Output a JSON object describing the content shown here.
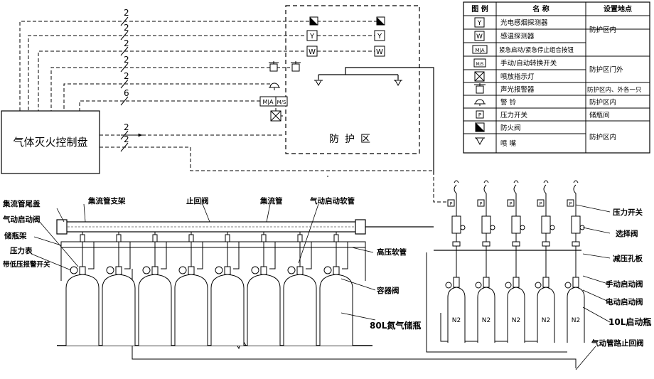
{
  "control_panel": {
    "label": "气体灭火控制盘"
  },
  "protection_zone": {
    "label": "防护区"
  },
  "wire_counts": [
    "2",
    "2",
    "2",
    "2",
    "2",
    "6",
    "2",
    "2"
  ],
  "device_glyphs": {
    "smoke": "Y",
    "heat": "W",
    "ma": "M|A",
    "ms": "M/S",
    "pressure": "P"
  },
  "nitrogen": "N2",
  "legend": {
    "headers": {
      "symbol": "图  例",
      "name": "名    称",
      "location": "设置地点"
    },
    "rows": [
      {
        "symbol": "smoke-detector-icon",
        "name": "光电感烟探测器"
      },
      {
        "symbol": "heat-detector-icon",
        "name": "感温探测器"
      },
      {
        "symbol": "manual-auto-station-icon",
        "name": "紧急启动/紧急停止组合按钮"
      },
      {
        "symbol": "mode-switch-icon",
        "name": "手动/自动转换开关"
      },
      {
        "symbol": "discharge-lamp-icon",
        "name": "喷放指示灯"
      },
      {
        "symbol": "sounder-strobe-icon",
        "name": "声光报警器"
      },
      {
        "symbol": "bell-icon",
        "name": "警  铃"
      },
      {
        "symbol": "pressure-switch-icon",
        "name": "压力开关"
      },
      {
        "symbol": "fire-damper-icon",
        "name": "防火阀"
      },
      {
        "symbol": "nozzle-icon",
        "name": "喷  嘴"
      }
    ],
    "locations": [
      "防护区内",
      "防护区门外",
      "防护区内、外各一只",
      "防护区内",
      "储瓶间",
      "防护区内"
    ]
  },
  "labels": {
    "manifold_end_plug": "集流管尾盖",
    "manifold_bracket": "集流管支架",
    "check_valve": "止回阀",
    "manifold": "集流管",
    "pilot_hose": "气动启动软管",
    "pilot_valve": "气动启动阀",
    "cylinder_rack": "储瓶架",
    "pressure_gauge": "压力表",
    "gauge_note": "带低压报警开关",
    "hp_hose": "高压软管",
    "container_valve": "容器阀",
    "main_cylinder": "80L氮气储瓶",
    "pressure_switch": "压力开关",
    "selector_valve": "选择阀",
    "orifice_plate": "减压孔板",
    "manual_valve": "手动启动阀",
    "electric_valve": "电动启动阀",
    "pilot_cylinder": "10L启动瓶",
    "pilot_check_valve": "气动管路止回阀"
  }
}
